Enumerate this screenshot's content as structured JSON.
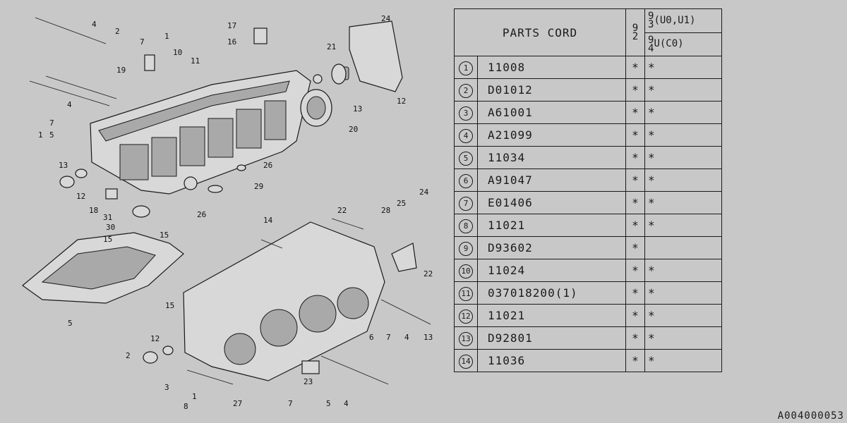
{
  "table": {
    "header_title": "PARTS CORD",
    "year_92": "9\n2",
    "variant_93_year": "9\n3",
    "variant_93_models": "(U0,U1)",
    "variant_94_year": "9\n4",
    "variant_94_models": "U(C0)",
    "rows": [
      {
        "index": "1",
        "code": "11008",
        "m92": "*",
        "m93": "*"
      },
      {
        "index": "2",
        "code": "D01012",
        "m92": "*",
        "m93": "*"
      },
      {
        "index": "3",
        "code": "A61001",
        "m92": "*",
        "m93": "*"
      },
      {
        "index": "4",
        "code": "A21099",
        "m92": "*",
        "m93": "*"
      },
      {
        "index": "5",
        "code": "11034",
        "m92": "*",
        "m93": "*"
      },
      {
        "index": "6",
        "code": "A91047",
        "m92": "*",
        "m93": "*"
      },
      {
        "index": "7",
        "code": "E01406",
        "m92": "*",
        "m93": "*"
      },
      {
        "index": "8",
        "code": "11021",
        "m92": "*",
        "m93": "*"
      },
      {
        "index": "9",
        "code": "D93602",
        "m92": "*",
        "m93": ""
      },
      {
        "index": "10",
        "code": "11024",
        "m92": "*",
        "m93": "*"
      },
      {
        "index": "11",
        "code": "037018200(1)",
        "m92": "*",
        "m93": "*"
      },
      {
        "index": "12",
        "code": "11021",
        "m92": "*",
        "m93": "*"
      },
      {
        "index": "13",
        "code": "D92801",
        "m92": "*",
        "m93": "*"
      },
      {
        "index": "14",
        "code": "11036",
        "m92": "*",
        "m93": "*"
      }
    ]
  },
  "diagram": {
    "callouts": [
      "4",
      "2",
      "1",
      "7",
      "19",
      "10",
      "11",
      "17",
      "16",
      "24",
      "21",
      "12",
      "13",
      "20",
      "4",
      "7",
      "5",
      "1",
      "26",
      "29",
      "13",
      "12",
      "18",
      "31",
      "30",
      "26",
      "22",
      "28",
      "25",
      "24",
      "22",
      "14",
      "15",
      "15",
      "15",
      "5",
      "6",
      "7",
      "4",
      "13",
      "12",
      "2",
      "3",
      "1",
      "8",
      "27",
      "23",
      "7",
      "5",
      "4"
    ]
  },
  "reference_code": "A004000053"
}
